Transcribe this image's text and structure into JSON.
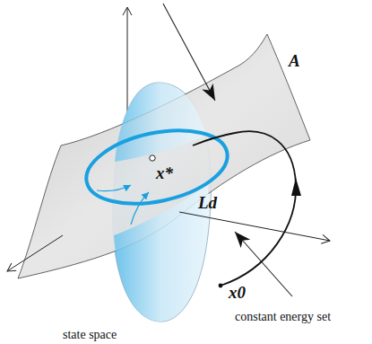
{
  "diagram": {
    "labels": [
      "A",
      "x*",
      "Ld",
      "x0",
      "constant energy set",
      "state space"
    ]
  }
}
